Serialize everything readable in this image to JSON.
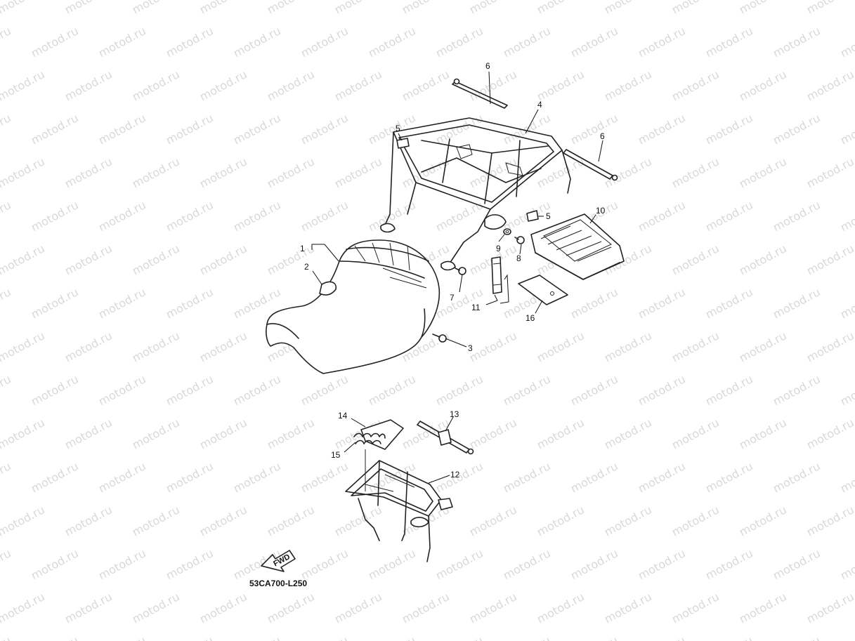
{
  "watermark": {
    "text": "motod.ru",
    "color": "#d9d9d9"
  },
  "callouts": {
    "c1": "1",
    "c2": "2",
    "c3": "3",
    "c4": "4",
    "c5a": "5",
    "c5b": "5",
    "c6a": "6",
    "c6b": "6",
    "c7": "7",
    "c8": "8",
    "c9": "9",
    "c10": "10",
    "c11": "11",
    "c12": "12",
    "c13": "13",
    "c14": "14",
    "c15": "15",
    "c16": "16"
  },
  "forward_arrow": {
    "label": "FWD"
  },
  "diagram_code": "53CA700-L250"
}
